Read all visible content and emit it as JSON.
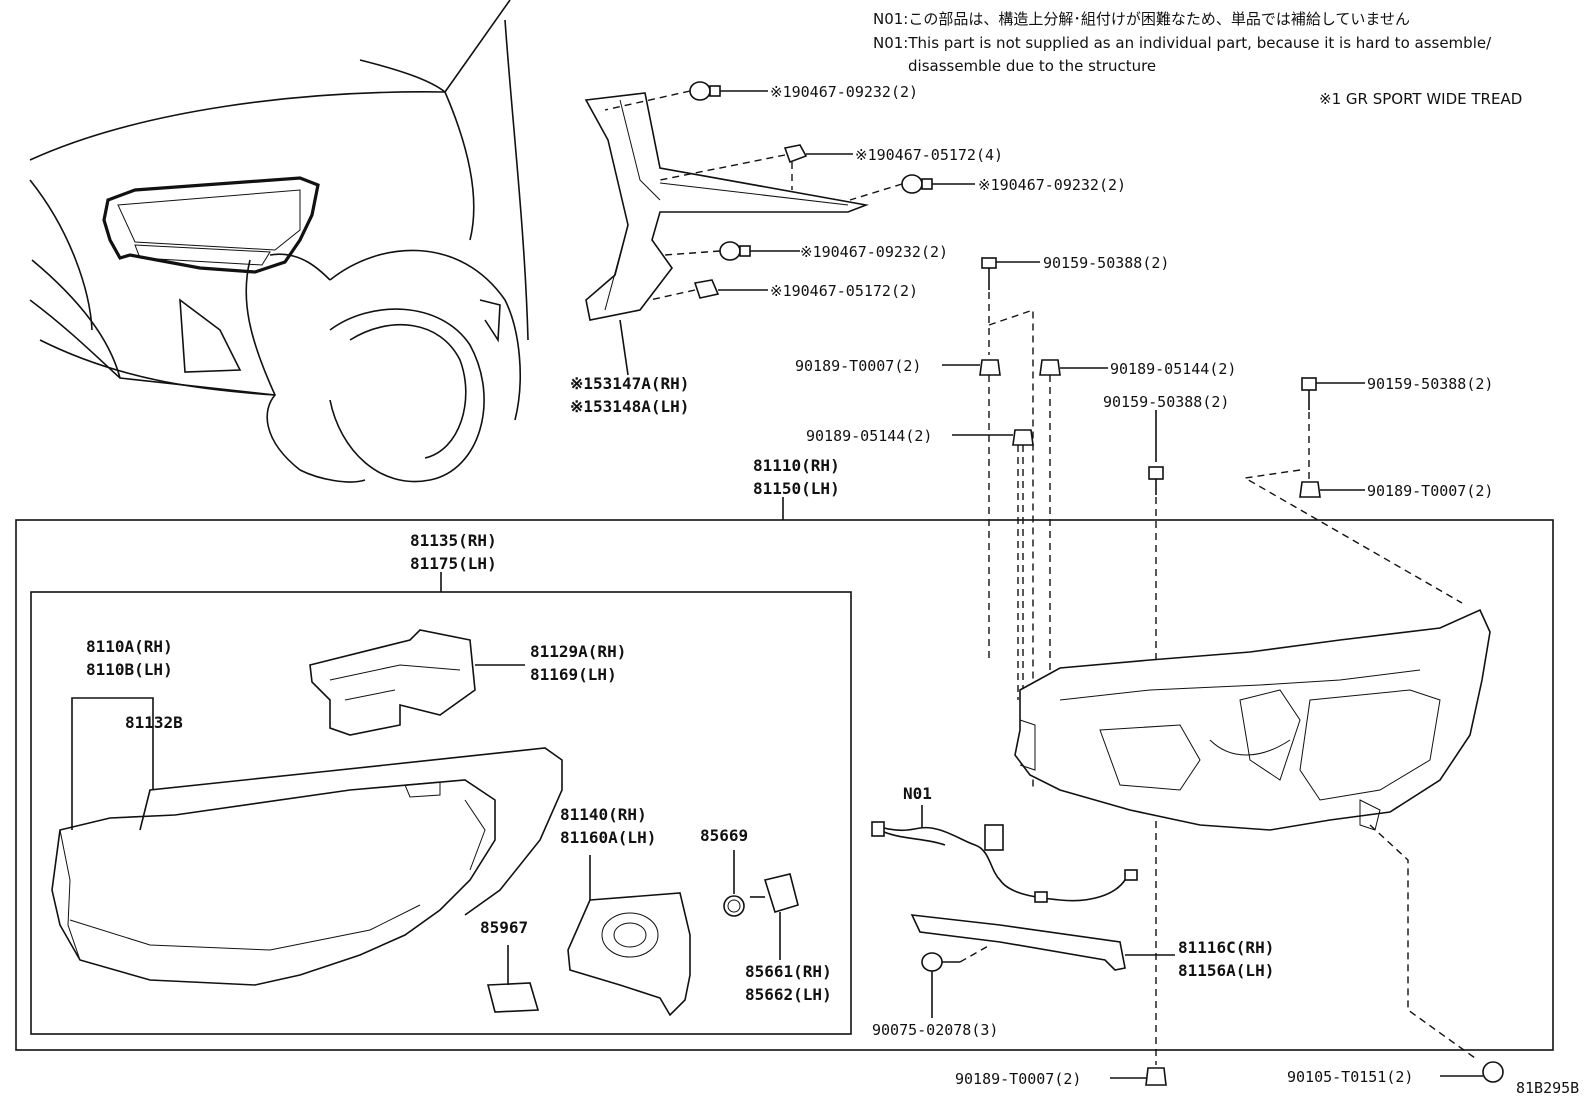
{
  "notes": {
    "n01_jp": "N01:この部品は、構造上分解･組付けが困難なため、単品では補給していません",
    "n01_en_1": "N01:This part is not supplied as an individual part, because it is hard to assemble/",
    "n01_en_2": "disassemble due to the structure",
    "variant": "※1 GR SPORT WIDE TREAD"
  },
  "diagram_id": "81B295B",
  "labels": {
    "clip_09232_a": "※190467-09232(2)",
    "clip_05172_a": "※190467-05172(4)",
    "clip_09232_b": "※190467-09232(2)",
    "clip_09232_c": "※190467-09232(2)",
    "clip_05172_b": "※190467-05172(2)",
    "bolt_50388_a": "90159-50388(2)",
    "nut_t0007_a": "90189-T0007(2)",
    "nut_05144_a": "90189-05144(2)",
    "bolt_50388_b": "90159-50388(2)",
    "bolt_50388_c": "90159-50388(2)",
    "nut_05144_b": "90189-05144(2)",
    "nut_t0007_b": "90189-T0007(2)",
    "garnish_rh": "※153147A(RH)",
    "garnish_lh": "※153148A(LH)",
    "assy_rh": "81110(RH)",
    "assy_lh": "81150(LH)",
    "unit_rh": "81135(RH)",
    "unit_lh": "81175(LH)",
    "lens_rh": "8110A(RH)",
    "lens_lh": "8110B(LH)",
    "gasket": "81132B",
    "bracket_rh": "81129A(RH)",
    "bracket_lh": "81169(LH)",
    "harness": "N01",
    "cover_rh": "81140(RH)",
    "cover_lh": "81160A(LH)",
    "oring": "85669",
    "module": "85967",
    "socket_rh": "85661(RH)",
    "socket_lh": "85662(LH)",
    "deco_rh": "81116C(RH)",
    "deco_lh": "81156A(LH)",
    "screw_02078": "90075-02078(3)",
    "nut_t0007_c": "90189-T0007(2)",
    "screw_t0151": "90105-T0151(2)"
  }
}
